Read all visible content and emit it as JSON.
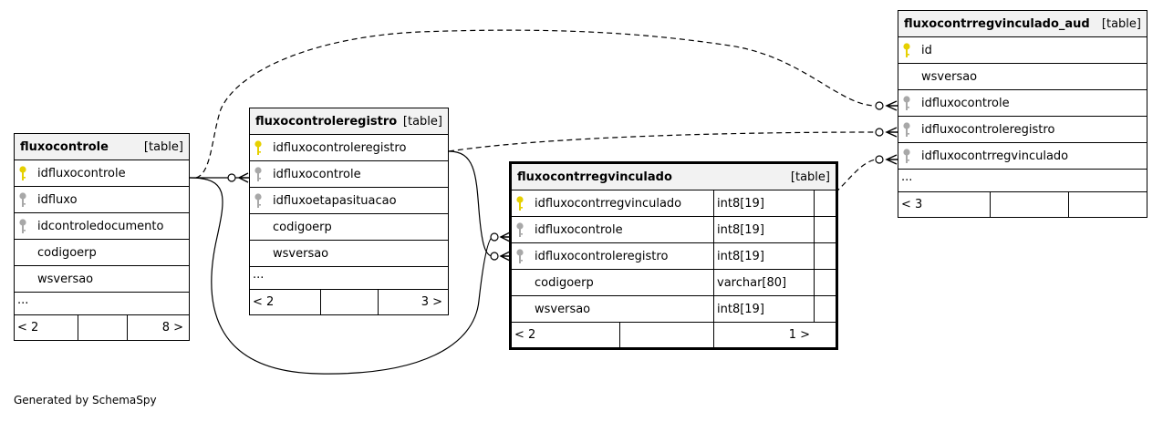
{
  "tables": {
    "fluxocontrole": {
      "name": "fluxocontrole",
      "kind": "[table]",
      "rows": [
        {
          "name": "idfluxocontrole",
          "key": "primary"
        },
        {
          "name": "idfluxo",
          "key": "foreign"
        },
        {
          "name": "idcontroledocumento",
          "key": "foreign"
        },
        {
          "name": "codigoerp",
          "key": ""
        },
        {
          "name": "wsversao",
          "key": ""
        }
      ],
      "more": "...",
      "parents": "< 2",
      "children": "8 >"
    },
    "fluxocontroleregistro": {
      "name": "fluxocontroleregistro",
      "kind": "[table]",
      "rows": [
        {
          "name": "idfluxocontroleregistro",
          "key": "primary"
        },
        {
          "name": "idfluxocontrole",
          "key": "foreign"
        },
        {
          "name": "idfluxoetapasituacao",
          "key": "foreign"
        },
        {
          "name": "codigoerp",
          "key": ""
        },
        {
          "name": "wsversao",
          "key": ""
        }
      ],
      "more": "...",
      "parents": "< 2",
      "children": "3 >"
    },
    "fluxocontrregvinculado": {
      "name": "fluxocontrregvinculado",
      "kind": "[table]",
      "rows": [
        {
          "name": "idfluxocontrregvinculado",
          "type": "int8[19]",
          "key": "primary"
        },
        {
          "name": "idfluxocontrole",
          "type": "int8[19]",
          "key": "foreign"
        },
        {
          "name": "idfluxocontroleregistro",
          "type": "int8[19]",
          "key": "foreign"
        },
        {
          "name": "codigoerp",
          "type": "varchar[80]",
          "key": ""
        },
        {
          "name": "wsversao",
          "type": "int8[19]",
          "key": ""
        }
      ],
      "parents": "< 2",
      "children": "1 >"
    },
    "fluxocontrregvinculado_aud": {
      "name": "fluxocontrregvinculado_aud",
      "kind": "[table]",
      "rows": [
        {
          "name": "id",
          "key": "primary"
        },
        {
          "name": "wsversao",
          "key": ""
        },
        {
          "name": "idfluxocontrole",
          "key": "foreign"
        },
        {
          "name": "idfluxocontroleregistro",
          "key": "foreign"
        },
        {
          "name": "idfluxocontrregvinculado",
          "key": "foreign"
        }
      ],
      "more": "...",
      "parents": "< 3",
      "children": ""
    }
  },
  "colors": {
    "primary_key": "#e6d000",
    "foreign_key": "#a8a8a8",
    "header_bg": "#f2f2f2"
  },
  "credit": "Generated by SchemaSpy"
}
